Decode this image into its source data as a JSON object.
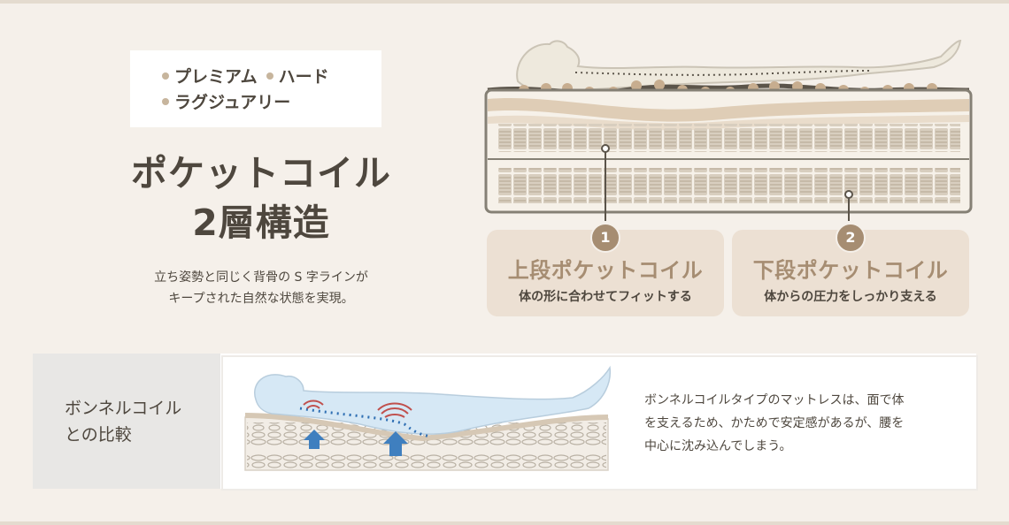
{
  "grades": {
    "items": [
      "プレミアム",
      "ハード",
      "ラグジュアリー"
    ]
  },
  "heading": {
    "line1": "ポケットコイル",
    "line2": "2層構造"
  },
  "description": {
    "line1": "立ち姿勢と同じく背骨の S 字ラインが",
    "line2": "キープされた自然な状態を実現。"
  },
  "layers": [
    {
      "number": "1",
      "title": "上段ポケットコイル",
      "subtitle": "体の形に合わせてフィットする"
    },
    {
      "number": "2",
      "title": "下段ポケットコイル",
      "subtitle": "体からの圧力をしっかり支える"
    }
  ],
  "comparison": {
    "label_line1": "ボンネルコイル",
    "label_line2": "との比較",
    "text_line1": "ボンネルコイルタイプのマットレスは、面で体",
    "text_line2": "を支えるため、かためで安定感があるが、腰を",
    "text_line3": "中心に沈み込んでしまう。"
  },
  "colors": {
    "background": "#f5f0ea",
    "accent": "#a68d72",
    "card": "#ece0d3",
    "text": "#4e473e",
    "pressure_red": "#c0504d",
    "support_blue": "#3f7fbf"
  }
}
